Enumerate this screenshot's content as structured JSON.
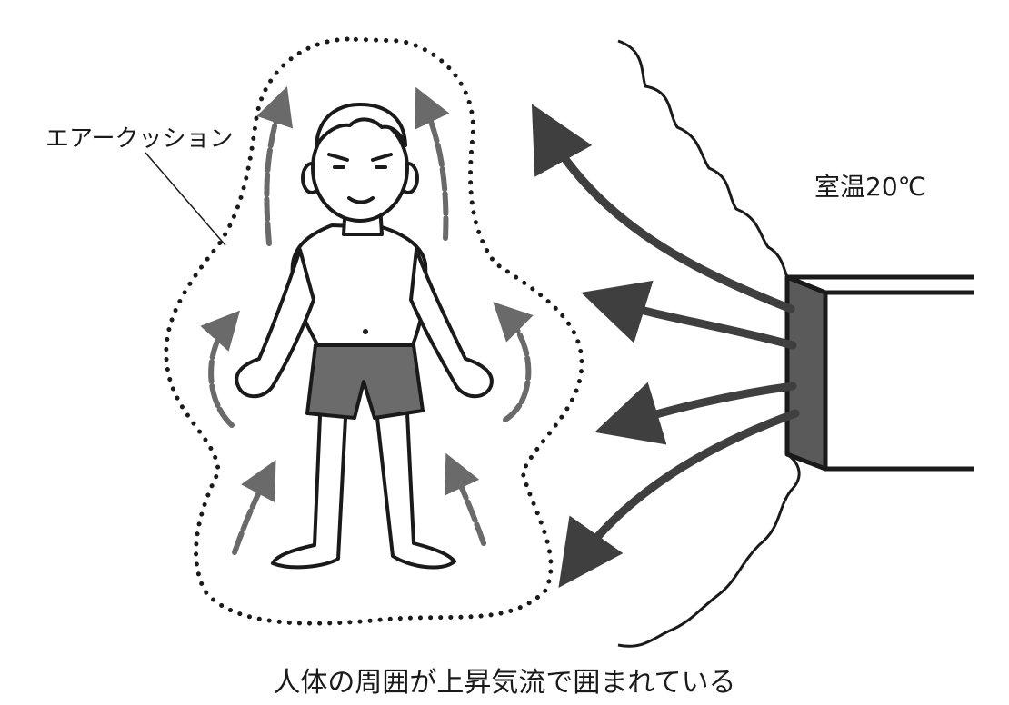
{
  "labels": {
    "air_cushion": "エアークッション",
    "room_temp": "室温20℃",
    "caption": "人体の周囲が上昇気流で囲まれている"
  },
  "colors": {
    "line": "#1a1a1a",
    "arrow_gray": "#5c5c5c",
    "shorts": "#6b6b6b",
    "heater_side": "#5a5a5a",
    "background": "#ffffff"
  },
  "icons": {
    "person": "standing-person-in-shorts",
    "heater": "wall-heater",
    "upward_arrows": "rising-air-arrow",
    "heat_arrows": "warm-air-arrow"
  }
}
